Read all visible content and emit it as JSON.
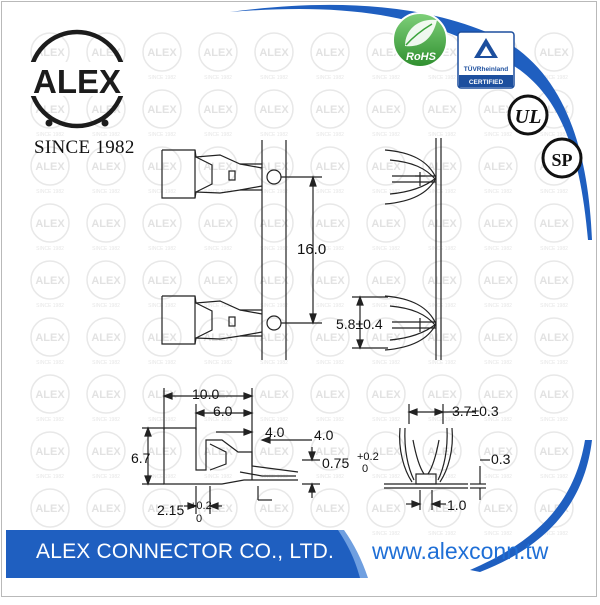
{
  "brand": {
    "logo_text": "ALEX",
    "since": "SINCE 1982"
  },
  "watermark": {
    "text": "ALEX",
    "subtext": "SINCE 1982"
  },
  "certifications": {
    "rohs_label": "RoHS",
    "tuv_name": "TÜVRheinland",
    "tuv_status": "CERTIFIED",
    "ul_label": "UL",
    "csa_label": "SP"
  },
  "dimensions": {
    "pitch": "16.0",
    "height_spring": "5.8±0.4",
    "total_length": "10.0",
    "crimp_length": "6.0",
    "length_a": "4.0",
    "length_b": "4.0",
    "height_total": "6.7",
    "thickness_tol": "0.75",
    "thickness_tol_upper": "+0.2",
    "thickness_tol_lower": "0",
    "base_len": "2.15",
    "base_tol_upper": "+0.2",
    "base_tol_lower": "0",
    "spring_width": "3.7±0.3",
    "material_thickness": "0.3",
    "tab_width": "1.0"
  },
  "footer": {
    "company": "ALEX CONNECTOR CO., LTD.",
    "website": "www.alexconn.tw"
  },
  "colors": {
    "banner_blue": "#1f5fc0",
    "logo_ring": "#1c1c1c",
    "rohs_green": "#3aa33a",
    "tuv_blue": "#1d4f9e",
    "website_blue": "#1f6fd6"
  }
}
